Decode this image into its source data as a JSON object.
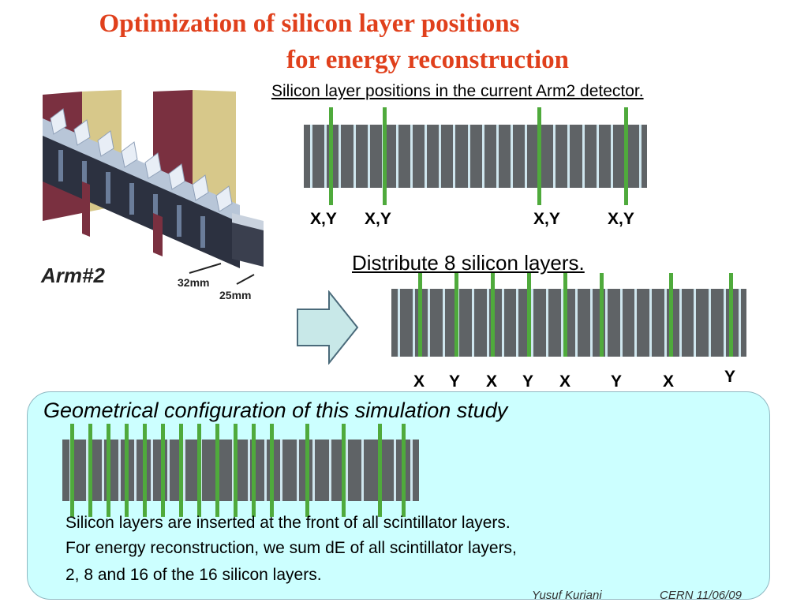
{
  "title": {
    "line1": "Optimization of silicon layer positions",
    "line2": "for energy reconstruction"
  },
  "current": {
    "heading": "Silicon layer positions in the current Arm2 detector.",
    "labels": [
      "X,Y",
      "X,Y",
      "X,Y",
      "X,Y"
    ]
  },
  "distribute": {
    "heading": "Distribute 8 silicon layers.",
    "labels": [
      "X",
      "Y",
      "X",
      "Y",
      "X",
      "Y",
      "X",
      "Y"
    ]
  },
  "detector": {
    "label": "Arm#2",
    "dim_a": "32mm",
    "dim_b": "25mm"
  },
  "panel": {
    "title": "Geometrical configuration of this simulation study",
    "line1": "Silicon layers are inserted at the front of all scintillator layers.",
    "line2": "For energy reconstruction, we sum dE of all scintillator layers,",
    "line3": "2, 8 and 16 of the 16 silicon layers."
  },
  "footer": {
    "author": "Yusuf Kuriani",
    "date": "CERN 11/06/09"
  },
  "colors": {
    "title": "#e0401c",
    "silicon": "#4faa3c",
    "scintillator": "#cfe6ee",
    "absorber": "#5f6366",
    "panel_bg": "#ccffff",
    "arrow": "#c8e8e8"
  }
}
